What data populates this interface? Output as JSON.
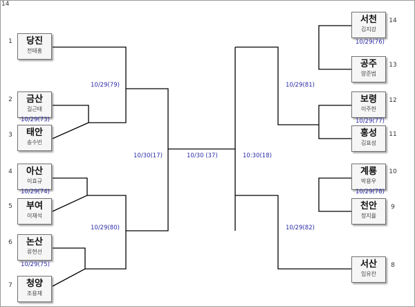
{
  "corner_label": "14",
  "teams": {
    "dangjin": {
      "name": "당진",
      "rep": "전태홍",
      "seed": "1"
    },
    "geumsan": {
      "name": "금산",
      "rep": "길근태",
      "seed": "2"
    },
    "taean": {
      "name": "태안",
      "rep": "송수빈",
      "seed": "3"
    },
    "asan": {
      "name": "아산",
      "rep": "이효규",
      "seed": "4"
    },
    "buyeo": {
      "name": "부여",
      "rep": "이재석",
      "seed": "5"
    },
    "nonsan": {
      "name": "논산",
      "rep": "류현선",
      "seed": "6"
    },
    "cheongyang": {
      "name": "청양",
      "rep": "조용재",
      "seed": "7"
    },
    "seocheon": {
      "name": "서천",
      "rep": "김지강",
      "seed": "14"
    },
    "gongju": {
      "name": "공주",
      "rep": "양준범",
      "seed": "13"
    },
    "boryeong": {
      "name": "보령",
      "rep": "이주한",
      "seed": "12"
    },
    "hongseong": {
      "name": "홍성",
      "rep": "김표성",
      "seed": "11"
    },
    "gyeryong": {
      "name": "계룡",
      "rep": "박용우",
      "seed": "10"
    },
    "cheonan": {
      "name": "천안",
      "rep": "정지율",
      "seed": "9"
    },
    "seosan": {
      "name": "서산",
      "rep": "임유찬",
      "seed": "8"
    }
  },
  "matches": {
    "geumsan_taean": "10/29(73)",
    "asan_buyeo": "10/29(74)",
    "nonsan_cheongyang": "10/29(75)",
    "dangjin_r2": "10/29(79)",
    "asan_r2": "10/29(80)",
    "left_semi": "10/30(17)",
    "final": "10/30 (37)",
    "right_semi": "10:30(18)",
    "seocheon_gongju": "10/29(76)",
    "boryeong_hongseong": "10/29(77)",
    "gyeryong_cheonan": "10/29(78)",
    "right_upper_r2": "10/29(81)",
    "right_lower_r2": "10/29(82)"
  }
}
